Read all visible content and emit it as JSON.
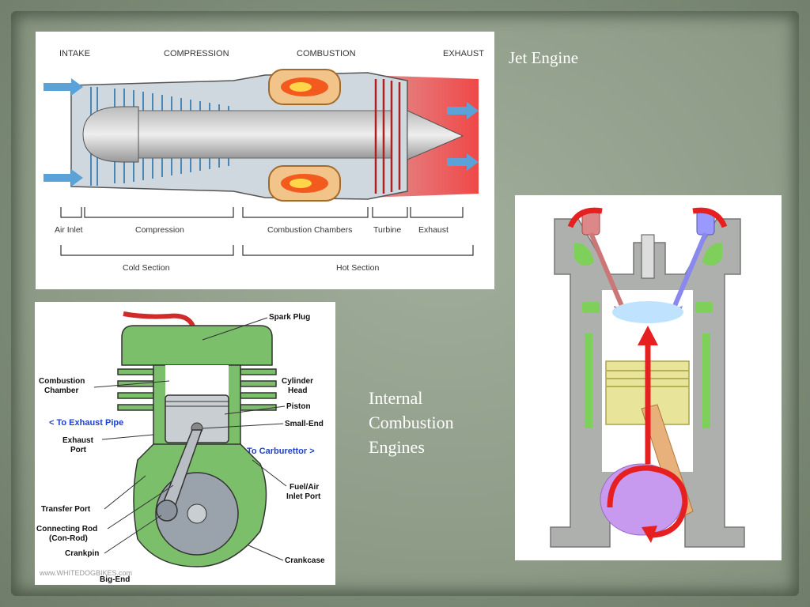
{
  "slide": {
    "caption_jet": "Jet Engine",
    "caption_ice": [
      "Internal",
      "Combustion",
      "Engines"
    ]
  },
  "jet_diagram": {
    "stages": [
      "INTAKE",
      "COMPRESSION",
      "COMBUSTION",
      "EXHAUST"
    ],
    "parts": [
      "Air Inlet",
      "Compression",
      "Combustion Chambers",
      "Turbine",
      "Exhaust"
    ],
    "sections": [
      "Cold Section",
      "Hot Section"
    ]
  },
  "two_stroke_diagram": {
    "labels": {
      "spark_plug": "Spark Plug",
      "combustion_chamber": [
        "Combustion",
        "Chamber"
      ],
      "cylinder_head": [
        "Cylinder",
        "Head"
      ],
      "piston": "Piston",
      "small_end": "Small-End",
      "to_exhaust": "< To Exhaust Pipe",
      "exhaust_port": [
        "Exhaust",
        "Port"
      ],
      "to_carb": "To Carburettor >",
      "fuel_air": [
        "Fuel/Air",
        "Inlet Port"
      ],
      "transfer_port": "Transfer Port",
      "con_rod": [
        "Connecting Rod",
        "(Con-Rod)"
      ],
      "crankpin": "Crankpin",
      "crankcase": "Crankcase",
      "big_end": "Big-End"
    },
    "watermark": "www.WHITEDOGBIKES.com"
  },
  "colors": {
    "background": "#7e8d79",
    "caption": "#ffffff",
    "engine_green": "#7bbf6a",
    "label_blue": "#1b3fd1"
  }
}
